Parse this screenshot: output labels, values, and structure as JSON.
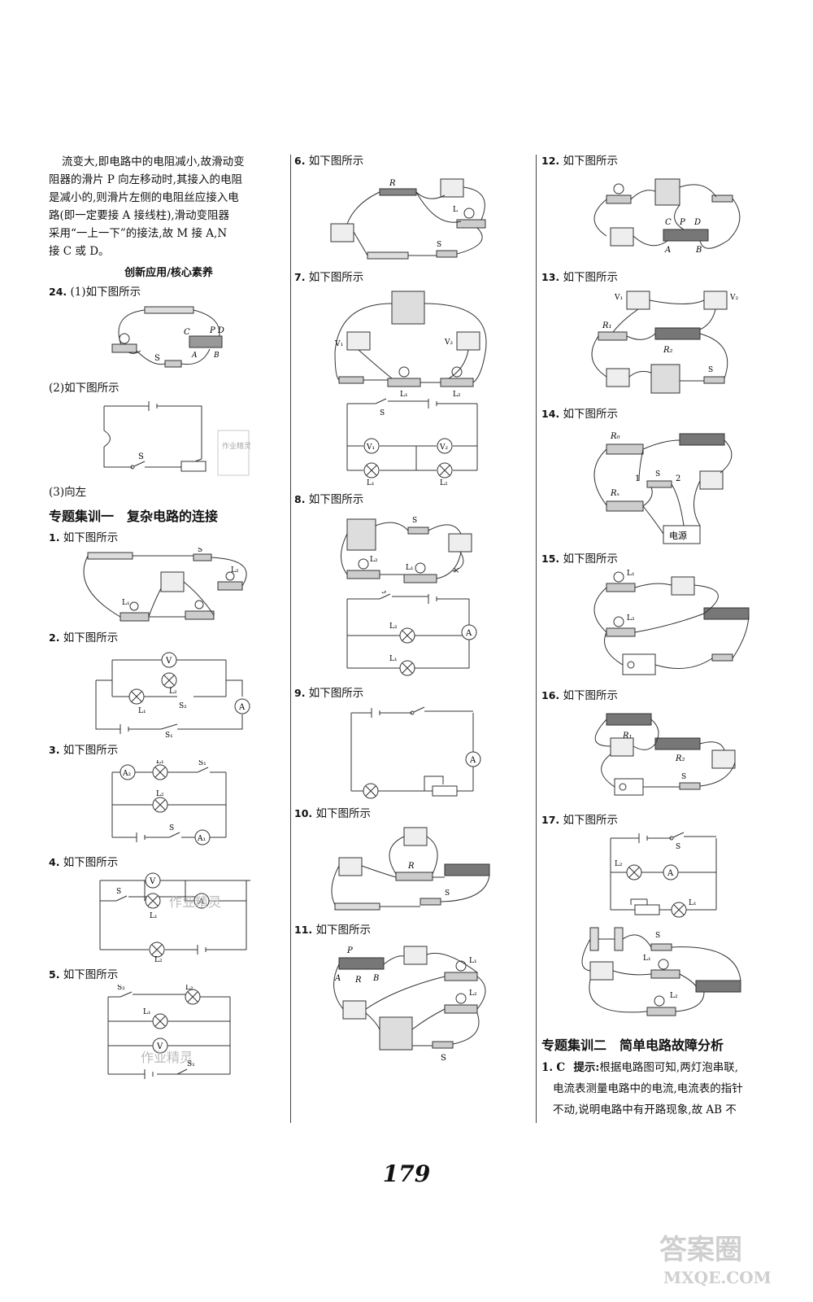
{
  "left": {
    "intro_lines": [
      "流变大,即电路中的电阻减小,故滑动变",
      "阻器的滑片 P 向左移动时,其接入的电阻",
      "是减小的,则滑片左侧的电阻丝应接入电",
      "路(即一定要接 A 接线柱),滑动变阻器",
      "采用“一上一下”的接法,故 M 接 A,N",
      "接 C 或 D。"
    ],
    "subheading": "创新应用/核心素养",
    "q24": {
      "num": "24.",
      "text": "(1)如下图所示"
    },
    "q24_2": "(2)如下图所示",
    "q24_3": "(3)向左",
    "section1_title": "专题集训一　复杂电路的连接",
    "items": [
      {
        "num": "1.",
        "text": "如下图所示"
      },
      {
        "num": "2.",
        "text": "如下图所示"
      },
      {
        "num": "3.",
        "text": "如下图所示"
      },
      {
        "num": "4.",
        "text": "如下图所示"
      },
      {
        "num": "5.",
        "text": "如下图所示"
      }
    ]
  },
  "middle": {
    "items": [
      {
        "num": "6.",
        "text": "如下图所示"
      },
      {
        "num": "7.",
        "text": "如下图所示"
      },
      {
        "num": "8.",
        "text": "如下图所示"
      },
      {
        "num": "9.",
        "text": "如下图所示"
      },
      {
        "num": "10.",
        "text": "如下图所示"
      },
      {
        "num": "11.",
        "text": "如下图所示"
      }
    ]
  },
  "right": {
    "items": [
      {
        "num": "12.",
        "text": "如下图所示"
      },
      {
        "num": "13.",
        "text": "如下图所示"
      },
      {
        "num": "14.",
        "text": "如下图所示"
      },
      {
        "num": "15.",
        "text": "如下图所示"
      },
      {
        "num": "16.",
        "text": "如下图所示"
      },
      {
        "num": "17.",
        "text": "如下图所示"
      }
    ],
    "section2_title": "专题集训二　简单电路故障分析",
    "answer1": {
      "num": "1.",
      "choice": "C",
      "hint_label": "提示:",
      "line1": "根据电路图可知,两灯泡串联,",
      "line2": "电流表测量电路中的电流,电流表的指针",
      "line3": "不动,说明电路中有开路现象,故 AB 不"
    }
  },
  "page_number": "179",
  "diagram_labels": {
    "source": "电源",
    "watermark": "作业精灵",
    "corner_wm": "答案圈",
    "corner_url": "MXQE.COM"
  }
}
